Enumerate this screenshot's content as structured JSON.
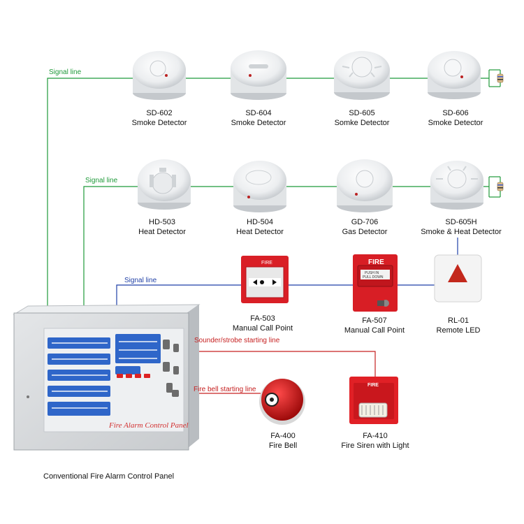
{
  "signal_lines": {
    "row1": "Signal line",
    "row2": "Signal line",
    "row3": "Signal line"
  },
  "detectors_row1": [
    {
      "model": "SD-602",
      "name": "Smoke Detector"
    },
    {
      "model": "SD-604",
      "name": "Smoke Detector"
    },
    {
      "model": "SD-605",
      "name": "Somke Detector"
    },
    {
      "model": "SD-606",
      "name": "Smoke Detector"
    }
  ],
  "detectors_row2": [
    {
      "model": "HD-503",
      "name": "Heat Detector"
    },
    {
      "model": "HD-504",
      "name": "Heat Detector"
    },
    {
      "model": "GD-706",
      "name": "Gas Detector"
    },
    {
      "model": "SD-605H",
      "name": "Smoke & Heat Detector"
    }
  ],
  "row3": [
    {
      "model": "FA-503",
      "name": "Manual Call Point"
    },
    {
      "model": "FA-507",
      "name": "Manual Call Point"
    },
    {
      "model": "RL-01",
      "name": "Remote LED"
    }
  ],
  "outputs": {
    "sounder_line": "Sounder/strobe starting line",
    "bell_line": "Fire bell starting line",
    "bell": {
      "model": "FA-400",
      "name": "Fire Bell"
    },
    "siren": {
      "model": "FA-410",
      "name": "Fire Siren with Light"
    }
  },
  "panel": {
    "title": "Fire Alarm Control Panel",
    "caption": "Conventional Fire Alarm Control Panel"
  },
  "device_text": {
    "fa503_fire": "FIRE",
    "fa507_fire": "FIRE",
    "fa507_push": "PUSH IN",
    "fa507_pull": "PULL DOWN",
    "siren_fire": "FIRE"
  },
  "colors": {
    "signal_green": "#1f9a3a",
    "signal_blue": "#1f3fa6",
    "output_red": "#c62020",
    "panel_body": "#d9dcdf",
    "panel_lights": "#2f66c9"
  }
}
